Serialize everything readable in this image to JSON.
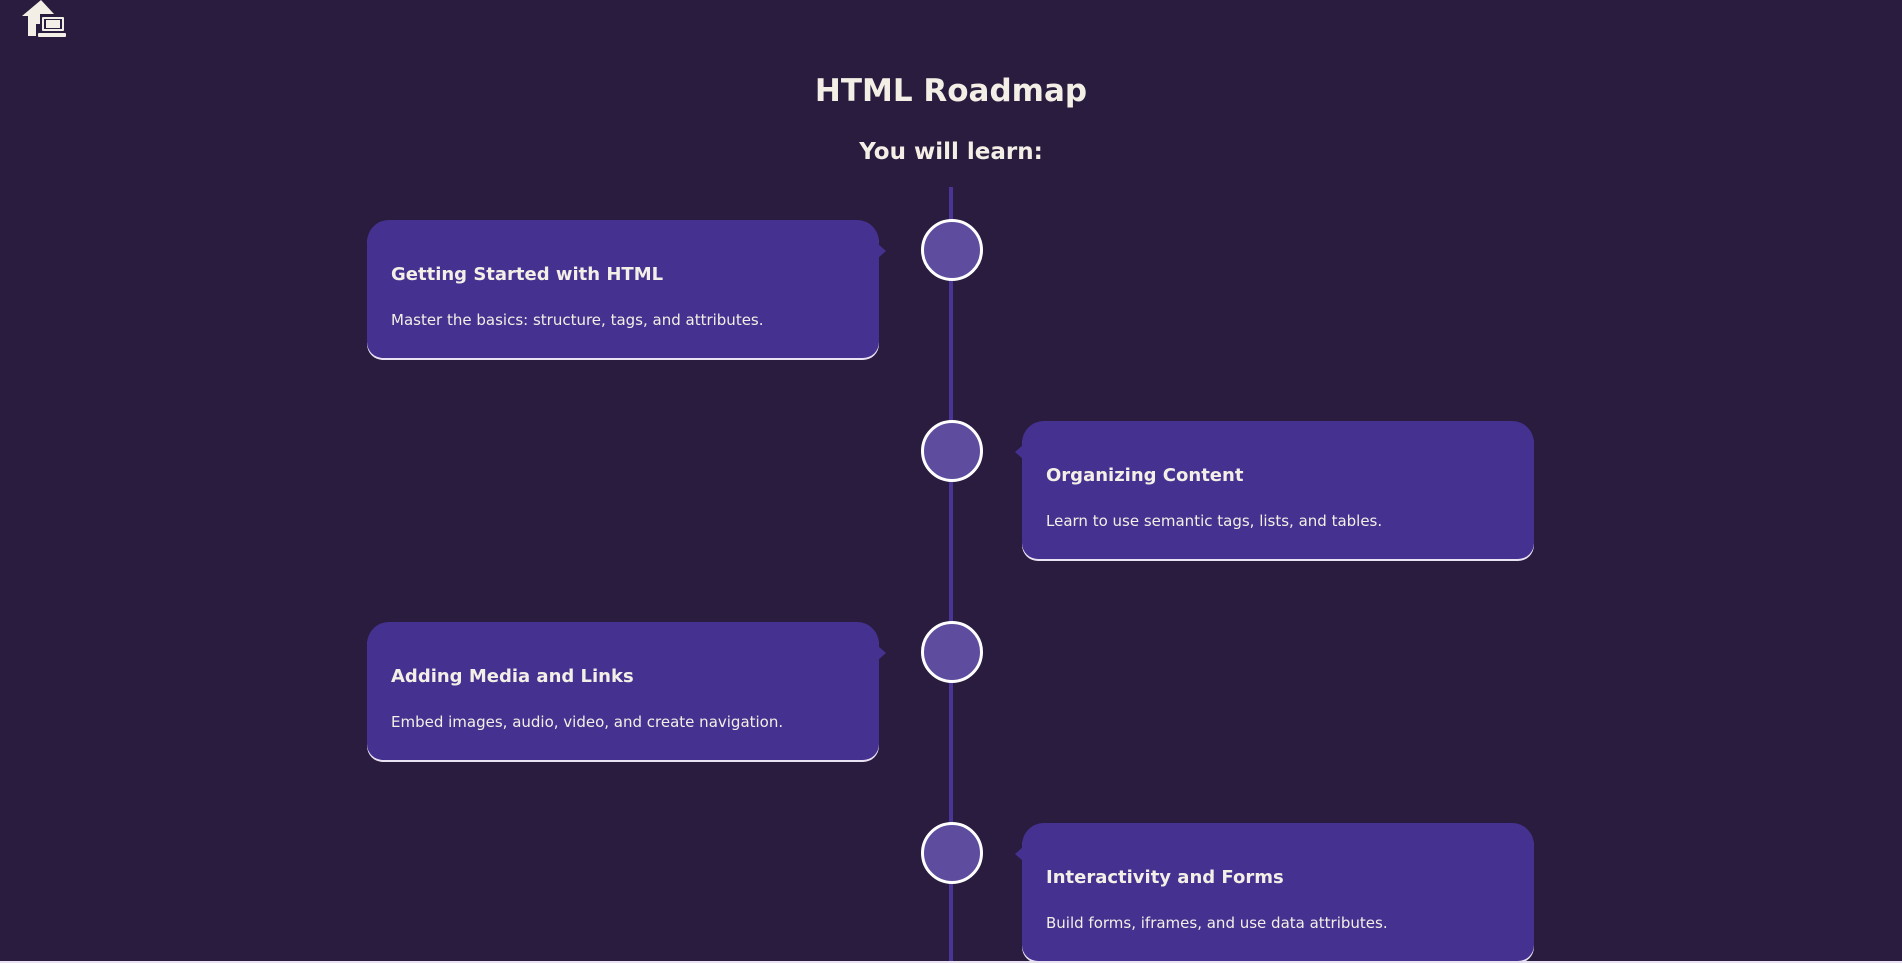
{
  "header": {
    "title": "HTML Roadmap",
    "subtitle": "You will learn:",
    "home_icon": "home-icon"
  },
  "colors": {
    "background": "#2a1c3e",
    "card": "#453190",
    "timeline": "#4a3495",
    "dot": "#5e4d9f",
    "text": "#f3efe6"
  },
  "milestones": [
    {
      "title": "Getting Started with HTML",
      "description": "Master the basics: structure, tags, and attributes.",
      "side": "left"
    },
    {
      "title": "Organizing Content",
      "description": "Learn to use semantic tags, lists, and tables.",
      "side": "right"
    },
    {
      "title": "Adding Media and Links",
      "description": "Embed images, audio, video, and create navigation.",
      "side": "left"
    },
    {
      "title": "Interactivity and Forms",
      "description": "Build forms, iframes, and use data attributes.",
      "side": "right"
    }
  ]
}
